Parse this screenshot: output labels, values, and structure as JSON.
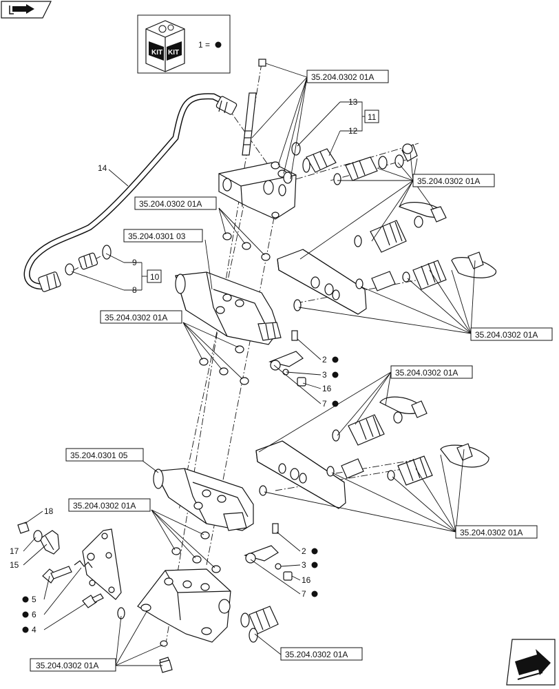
{
  "kit_legend": {
    "badge_left": "KIT",
    "badge_right": "KIT",
    "text": "1 ="
  },
  "refs": {
    "r1": "35.204.0302 01A",
    "r2": "35.204.0302 01A",
    "r3": "35.204.0302 01A",
    "r4": "35.204.0301 03",
    "r5": "35.204.0302 01A",
    "r6": "35.204.0302 01A",
    "r7": "35.204.0302 01A",
    "r8": "35.204.0301 05",
    "r9": "35.204.0302 01A",
    "r10": "35.204.0302 01A",
    "r11": "35.204.0302 01A",
    "r12": "35.204.0302 01A"
  },
  "boxes": {
    "b11": "11",
    "b10": "10"
  },
  "labels": {
    "n13": "13",
    "n12": "12",
    "n14": "14",
    "n9": "9",
    "n8": "8",
    "n2a": "2",
    "n3a": "3",
    "n16a": "16",
    "n7a": "7",
    "n2b": "2",
    "n3b": "3",
    "n16b": "16",
    "n7b": "7",
    "n18": "18",
    "n17": "17",
    "n15": "15",
    "n5": "5",
    "n6": "6",
    "n4": "4"
  },
  "icons": {
    "top_left": "book-arrow-icon",
    "bottom_right": "next-page-arrow-icon"
  }
}
